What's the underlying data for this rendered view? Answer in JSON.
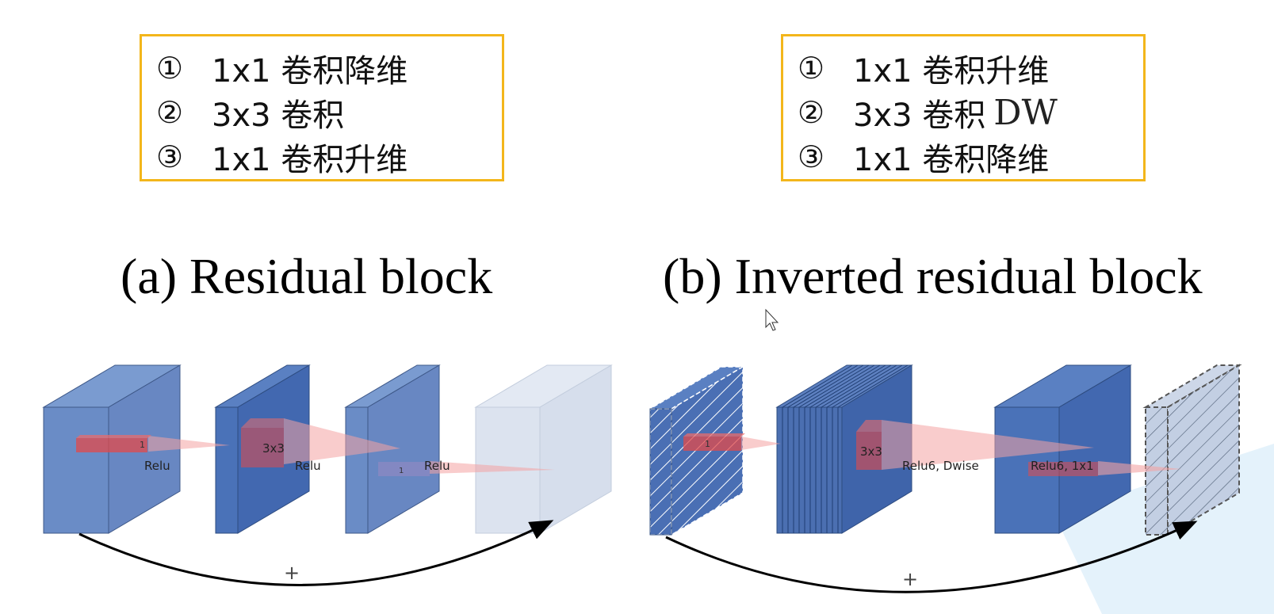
{
  "box_a": {
    "lines": [
      {
        "num": "①",
        "text": "1x1 卷积降维"
      },
      {
        "num": "②",
        "text": "3x3 卷积"
      },
      {
        "num": "③",
        "text": "1x1 卷积升维"
      }
    ]
  },
  "box_b": {
    "lines": [
      {
        "num": "①",
        "text": "1x1 卷积升维"
      },
      {
        "num": "②",
        "text": "3x3 卷积",
        "suffix": "DW"
      },
      {
        "num": "③",
        "text": "1x1 卷积降维"
      }
    ]
  },
  "titles": {
    "a": "(a) Residual block",
    "b": "(b) Inverted residual block"
  },
  "diagram_a": {
    "kernel_labels": [
      "1",
      "3x3",
      "1"
    ],
    "activation_labels": [
      "Relu",
      "Relu",
      "Relu"
    ],
    "skip_label": "+"
  },
  "diagram_b": {
    "kernel_labels": [
      "1",
      "3x3"
    ],
    "activation_labels": [
      "Relu6, Dwise",
      "Relu6, 1x1"
    ],
    "skip_label": "+"
  },
  "colors": {
    "box_border": "#f3b61b",
    "block_blue": "#5b7fbf",
    "block_dark_blue": "#3f69b0",
    "block_light": "#d8e0ee",
    "kernel_red": "#e03c3c"
  }
}
